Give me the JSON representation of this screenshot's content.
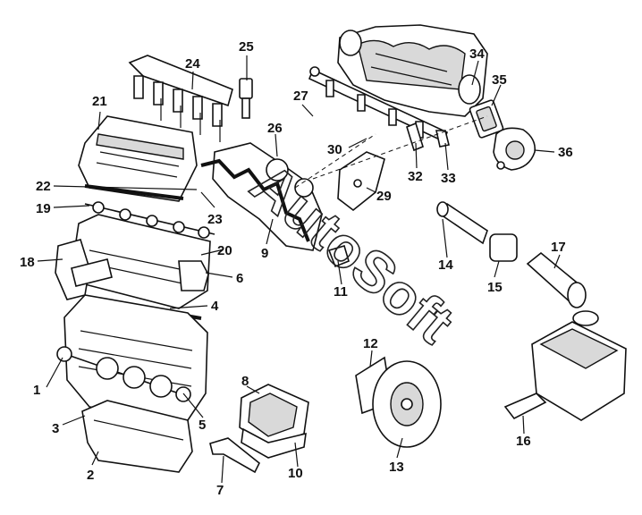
{
  "watermark": "AutoSoft",
  "callouts": [
    {
      "id": "c1",
      "label": "1"
    },
    {
      "id": "c2",
      "label": "2"
    },
    {
      "id": "c3",
      "label": "3"
    },
    {
      "id": "c4",
      "label": "4"
    },
    {
      "id": "c5",
      "label": "5"
    },
    {
      "id": "c6",
      "label": "6"
    },
    {
      "id": "c7",
      "label": "7"
    },
    {
      "id": "c8",
      "label": "8"
    },
    {
      "id": "c9",
      "label": "9"
    },
    {
      "id": "c10",
      "label": "10"
    },
    {
      "id": "c11",
      "label": "11"
    },
    {
      "id": "c12",
      "label": "12"
    },
    {
      "id": "c13",
      "label": "13"
    },
    {
      "id": "c14",
      "label": "14"
    },
    {
      "id": "c15",
      "label": "15"
    },
    {
      "id": "c16",
      "label": "16"
    },
    {
      "id": "c17",
      "label": "17"
    },
    {
      "id": "c18",
      "label": "18"
    },
    {
      "id": "c19",
      "label": "19"
    },
    {
      "id": "c20",
      "label": "20"
    },
    {
      "id": "c21",
      "label": "21"
    },
    {
      "id": "c22",
      "label": "22"
    },
    {
      "id": "c23",
      "label": "23"
    },
    {
      "id": "c24",
      "label": "24"
    },
    {
      "id": "c25",
      "label": "25"
    },
    {
      "id": "c26",
      "label": "26"
    },
    {
      "id": "c27",
      "label": "27"
    },
    {
      "id": "c29",
      "label": "29"
    },
    {
      "id": "c30",
      "label": "30"
    },
    {
      "id": "c32",
      "label": "32"
    },
    {
      "id": "c33",
      "label": "33"
    },
    {
      "id": "c34",
      "label": "34"
    },
    {
      "id": "c35",
      "label": "35"
    },
    {
      "id": "c36",
      "label": "36"
    }
  ]
}
